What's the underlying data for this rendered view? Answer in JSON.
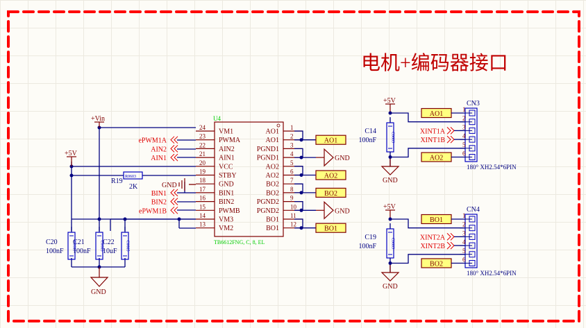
{
  "title": "电机+编码器接口",
  "colors": {
    "border": "#ff0000",
    "wire": "#000080",
    "component": "#800000",
    "port_fill": "#ffff80",
    "net_label": "#e00000",
    "designator_green": "#00cc00",
    "passive_blue": "#0000c0",
    "title": "#c00000"
  },
  "ic": {
    "designator": "U4",
    "part": "TB6612FNG, C, 8, EL",
    "left_pins": [
      {
        "num": "24",
        "name": "VM1",
        "net": ""
      },
      {
        "num": "23",
        "name": "PWMA",
        "net": "ePWM1A"
      },
      {
        "num": "22",
        "name": "AIN2",
        "net": "AIN2"
      },
      {
        "num": "21",
        "name": "AIN1",
        "net": "AIN1"
      },
      {
        "num": "20",
        "name": "VCC",
        "net": ""
      },
      {
        "num": "19",
        "name": "STBY",
        "net": ""
      },
      {
        "num": "18",
        "name": "GND",
        "net": ""
      },
      {
        "num": "17",
        "name": "BIN1",
        "net": "BIN1"
      },
      {
        "num": "16",
        "name": "BIN2",
        "net": "BIN2"
      },
      {
        "num": "15",
        "name": "PWMB",
        "net": "ePWM1B"
      },
      {
        "num": "14",
        "name": "VM3",
        "net": ""
      },
      {
        "num": "13",
        "name": "VM2",
        "net": ""
      }
    ],
    "right_pins": [
      {
        "num": "1",
        "name": "AO1"
      },
      {
        "num": "2",
        "name": "AO1"
      },
      {
        "num": "3",
        "name": "PGND1"
      },
      {
        "num": "4",
        "name": "PGND1"
      },
      {
        "num": "5",
        "name": "AO2"
      },
      {
        "num": "6",
        "name": "AO2"
      },
      {
        "num": "7",
        "name": "BO2"
      },
      {
        "num": "8",
        "name": "BO2"
      },
      {
        "num": "9",
        "name": "PGND2"
      },
      {
        "num": "10",
        "name": "PGND2"
      },
      {
        "num": "11",
        "name": "BO1"
      },
      {
        "num": "12",
        "name": "BO1"
      }
    ],
    "outputs": [
      "AO1",
      "GND",
      "AO2",
      "BO2",
      "GND",
      "BO1"
    ]
  },
  "power": {
    "vin": "+Vin",
    "v5": "+5V",
    "gnd": "GND",
    "gnd18": "GND"
  },
  "resistor": {
    "designator": "R19",
    "value": "2K",
    "footprint": "R0603"
  },
  "caps_left": [
    {
      "designator": "C20",
      "value": "100nF",
      "footprint": "C0603"
    },
    {
      "designator": "C21",
      "value": "100nF",
      "footprint": "C0603"
    },
    {
      "designator": "C22",
      "value": "10uF",
      "footprint": "C0805"
    }
  ],
  "connectors": [
    {
      "designator": "CN3",
      "part": "180° XH2.54*6PIN",
      "pins": [
        "1",
        "2",
        "3",
        "4",
        "5",
        "6"
      ],
      "port1": "AO1",
      "port6": "AO2",
      "net3": "XINT1A",
      "net4": "XINT1B",
      "supply": "+5V",
      "gnd": "GND",
      "cap": {
        "designator": "C14",
        "value": "100nF",
        "footprint": "C0603"
      }
    },
    {
      "designator": "CN4",
      "part": "180° XH2.54*6PIN",
      "pins": [
        "1",
        "2",
        "3",
        "4",
        "5",
        "6"
      ],
      "port1": "BO1",
      "port6": "BO2",
      "net3": "XINT2A",
      "net4": "XINT2B",
      "supply": "+5V",
      "gnd": "GND",
      "cap": {
        "designator": "C19",
        "value": "100nF",
        "footprint": "C0603"
      }
    }
  ]
}
